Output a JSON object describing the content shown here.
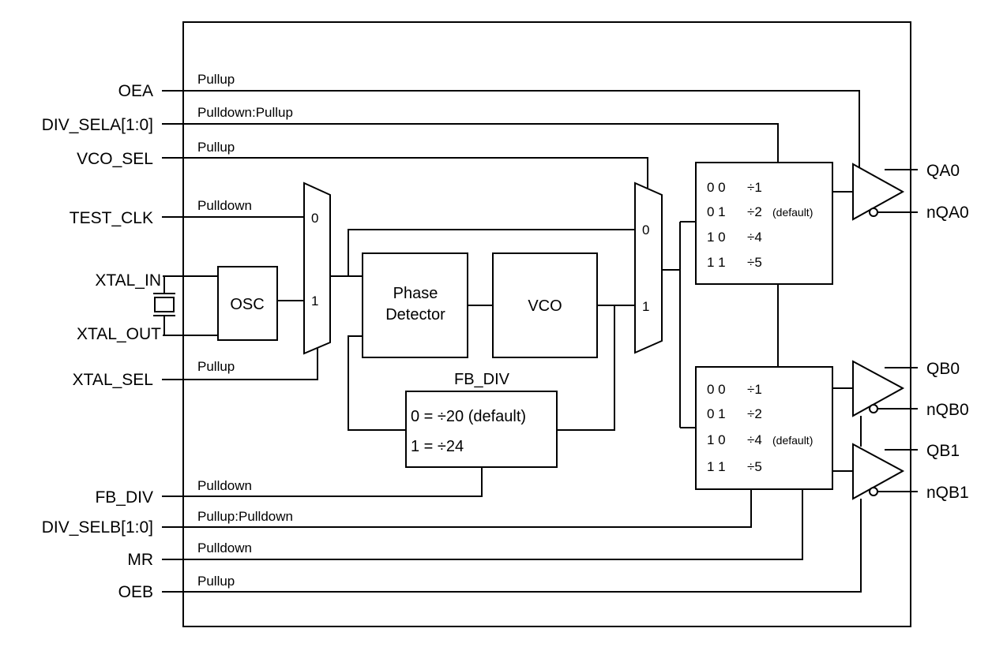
{
  "inputs": {
    "oea": {
      "name": "OEA",
      "attr": "Pullup"
    },
    "div_sela": {
      "name": "DIV_SELA[1:0]",
      "attr": "Pulldown:Pullup"
    },
    "vco_sel": {
      "name": "VCO_SEL",
      "attr": "Pullup"
    },
    "test_clk": {
      "name": "TEST_CLK",
      "attr": "Pulldown"
    },
    "xtal_in": {
      "name": "XTAL_IN"
    },
    "xtal_out": {
      "name": "XTAL_OUT"
    },
    "xtal_sel": {
      "name": "XTAL_SEL",
      "attr": "Pullup"
    },
    "fb_div": {
      "name": "FB_DIV",
      "attr": "Pulldown"
    },
    "div_selb": {
      "name": "DIV_SELB[1:0]",
      "attr": "Pullup:Pulldown"
    },
    "mr": {
      "name": "MR",
      "attr": "Pulldown"
    },
    "oeb": {
      "name": "OEB",
      "attr": "Pullup"
    }
  },
  "outputs": {
    "qa0": "QA0",
    "nqa0": "nQA0",
    "qb0": "QB0",
    "nqb0": "nQB0",
    "qb1": "QB1",
    "nqb1": "nQB1"
  },
  "blocks": {
    "osc": "OSC",
    "phase_detector": [
      "Phase",
      "Detector"
    ],
    "vco": "VCO",
    "fb_div_title": "FB_DIV",
    "fb_div_lines": [
      "0 = ÷20 (default)",
      "1 = ÷24"
    ],
    "mux1": {
      "in0": "0",
      "in1": "1"
    },
    "mux2": {
      "in0": "0",
      "in1": "1"
    },
    "div_a": [
      {
        "code": "0 0",
        "ratio": "÷1",
        "note": ""
      },
      {
        "code": "0 1",
        "ratio": "÷2",
        "note": "(default)"
      },
      {
        "code": "1 0",
        "ratio": "÷4",
        "note": ""
      },
      {
        "code": "1 1",
        "ratio": "÷5",
        "note": ""
      }
    ],
    "div_b": [
      {
        "code": "0 0",
        "ratio": "÷1",
        "note": ""
      },
      {
        "code": "0 1",
        "ratio": "÷2",
        "note": ""
      },
      {
        "code": "1 0",
        "ratio": "÷4",
        "note": "(default)"
      },
      {
        "code": "1 1",
        "ratio": "÷5",
        "note": ""
      }
    ]
  }
}
